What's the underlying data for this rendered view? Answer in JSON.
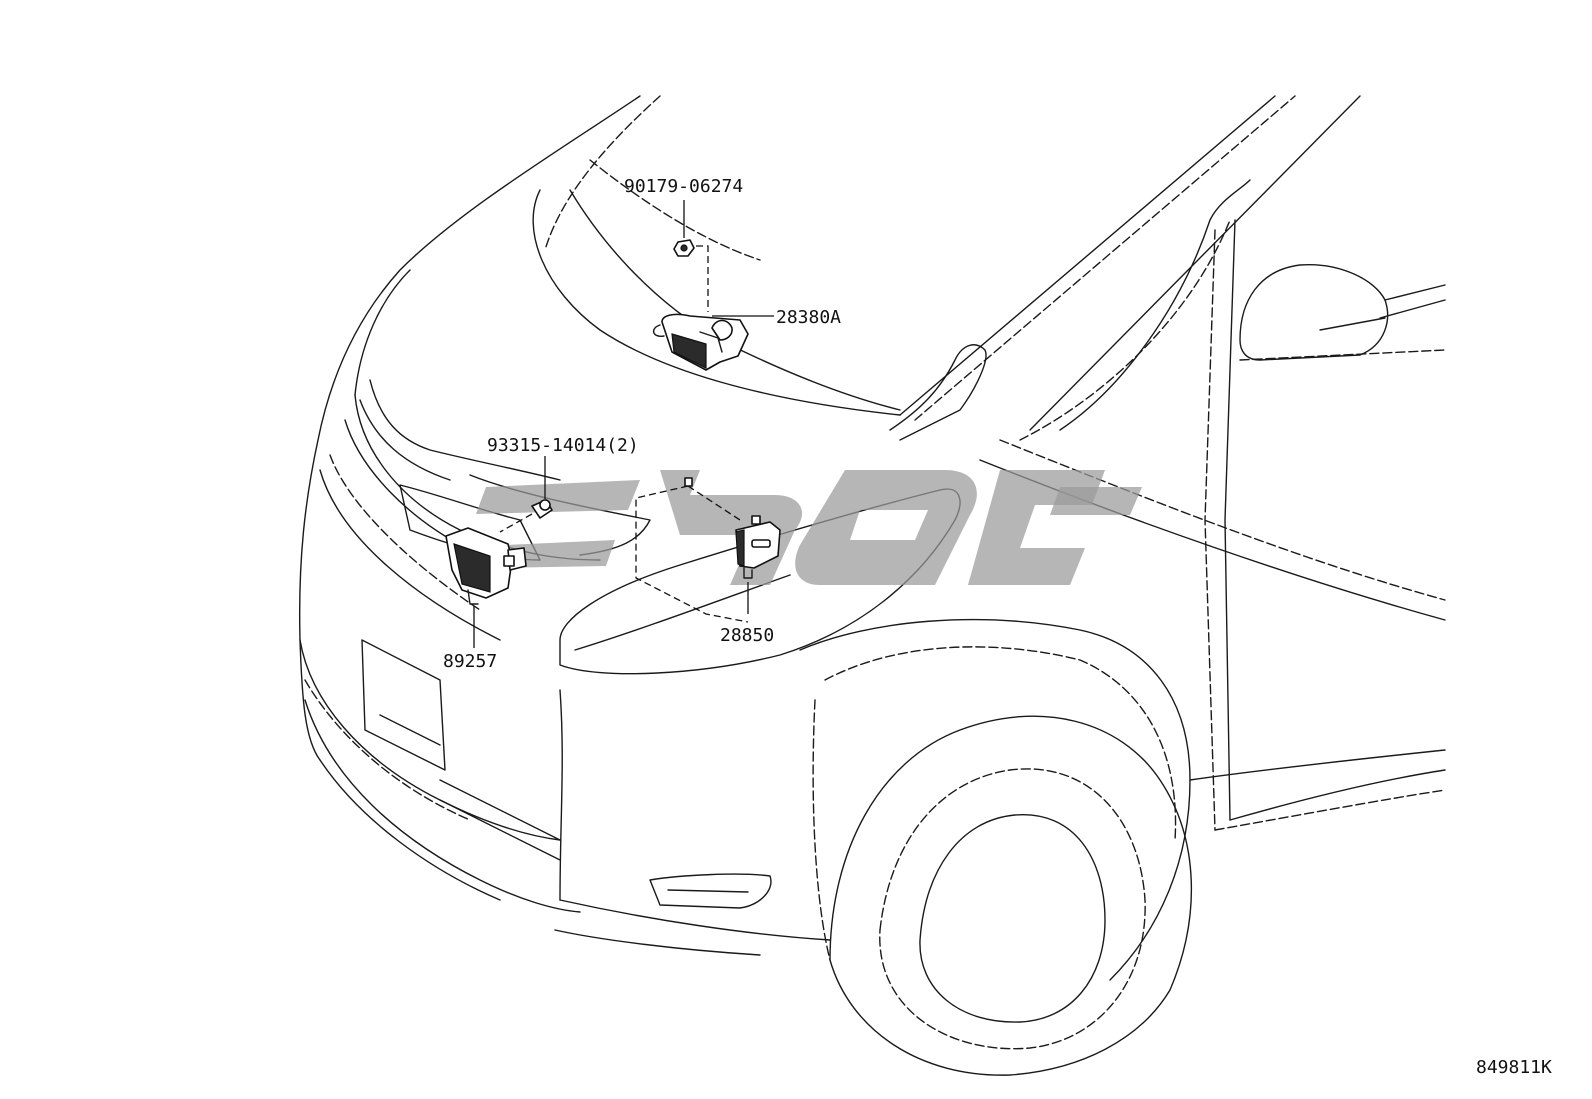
{
  "diagram": {
    "figure_code": "849811K",
    "callouts": [
      {
        "id": "nut",
        "label": "90179-06274"
      },
      {
        "id": "horn_upper",
        "label": "28380A"
      },
      {
        "id": "bolt",
        "label": "93315-14014(2)"
      },
      {
        "id": "sensor",
        "label": "89257"
      },
      {
        "id": "horn_lower",
        "label": "28850"
      }
    ]
  },
  "colors": {
    "line": "#1a1a1a",
    "background": "#ffffff",
    "watermark": "#9a9a9a"
  }
}
